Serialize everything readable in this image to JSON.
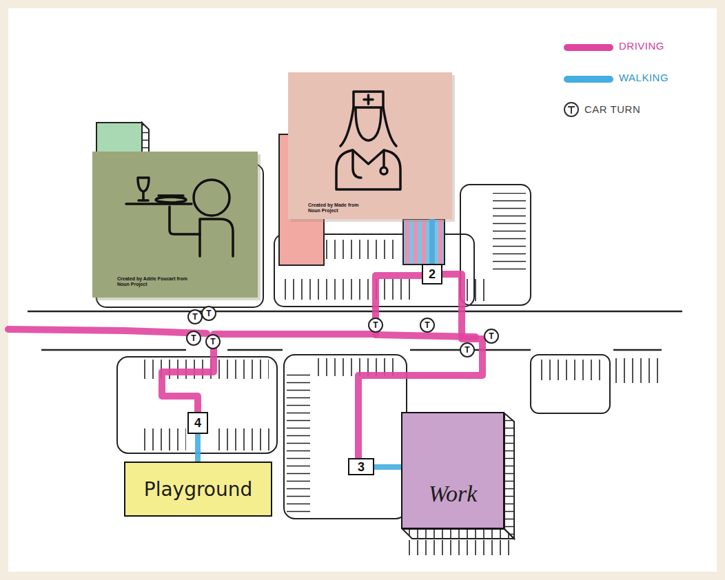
{
  "diagram": {
    "nodes": [
      {
        "text": [
          "Created by Made from Noun Project"
        ]
      },
      {
        "text": [
          "Created by Adèle Foucart from Noun Project"
        ]
      },
      {
        "text": [
          "2"
        ]
      },
      {
        "text": [
          "4"
        ]
      },
      {
        "text": [
          "3"
        ]
      },
      {
        "text": [
          "Playground"
        ]
      },
      {
        "text": [
          "Work"
        ]
      }
    ],
    "edges": [
      {
        "from": 2,
        "to": 0,
        "arrow": "none"
      },
      {
        "from": 3,
        "to": 2,
        "arrow": "none"
      },
      {
        "from": 2,
        "to": 4,
        "arrow": "none"
      },
      {
        "from": 4,
        "to": 6,
        "arrow": "none"
      },
      {
        "from": 3,
        "to": 5,
        "arrow": "none"
      }
    ],
    "labels": [
      "T",
      "T",
      "T",
      "T",
      "T",
      "T",
      "T",
      "T"
    ],
    "legend": [
      {
        "text": "DRIVING",
        "color": "#e0459f"
      },
      {
        "text": "WALKING",
        "color": "#45aee0"
      },
      {
        "text": "CAR TURN"
      }
    ]
  }
}
